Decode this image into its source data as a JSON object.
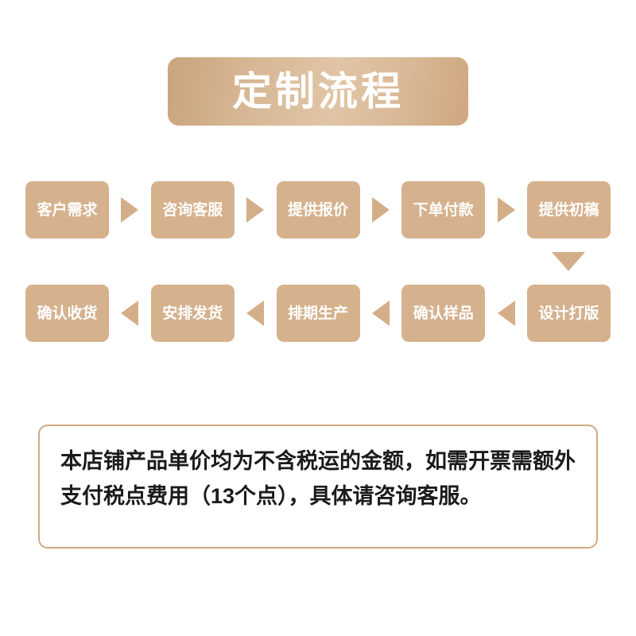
{
  "banner": {
    "title": "定制流程",
    "background_start_color": "#c9a47c",
    "background_end_color": "#cfa77f",
    "text_color": "#ffffff"
  },
  "flow": {
    "step_background_color": "#d5b18d",
    "arrow_color": "#d3ae88",
    "step_text_color": "#ffffff",
    "row1": {
      "direction": "left-to-right",
      "arrow_icon": "arrow-right-icon",
      "steps": [
        {
          "label": "客户需求"
        },
        {
          "label": "咨询客服"
        },
        {
          "label": "提供报价"
        },
        {
          "label": "下单付款"
        },
        {
          "label": "提供初稿"
        }
      ]
    },
    "connector": {
      "icon": "arrow-down-icon",
      "direction": "down"
    },
    "row2": {
      "direction": "right-to-left",
      "arrow_icon": "arrow-left-icon",
      "steps": [
        {
          "label": "确认收货"
        },
        {
          "label": "安排发货"
        },
        {
          "label": "排期生产"
        },
        {
          "label": "确认样品"
        },
        {
          "label": "设计打版"
        }
      ]
    }
  },
  "notice": {
    "text": "本店铺产品单价均为不含税运的金额，如需开票需额外支付税点费用（13个点），具体请咨询客服。",
    "border_color": "#cfa97f",
    "text_color": "#1b1b1b",
    "tax_rate_points": "13个点"
  }
}
